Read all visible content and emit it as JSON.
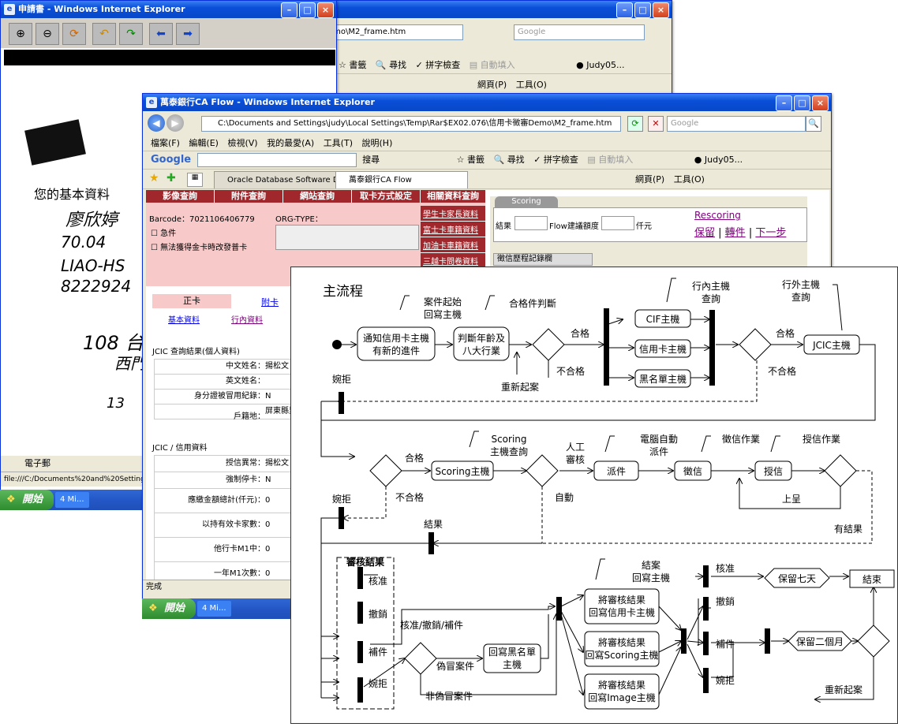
{
  "back_window": {
    "title": "申請書 - Windows Internet Explorer",
    "doc_caption_1": "您的基本資料",
    "doc_hand_1": "廖欣婷",
    "doc_hand_2": "70.04",
    "doc_hand_3": "LIAO-HS",
    "doc_hand_4": "8222924",
    "doc_hand_5": "108 台",
    "doc_hand_6": "西門",
    "doc_hand_7": "13",
    "doc_field": "電子郵",
    "status_text": "file:///C:/Documents%20and%20Settings/judy/"
  },
  "bg_ie": {
    "address_tail": "emo\\M2_frame.htm",
    "search_placeholder": "Google",
    "toolbar": [
      "書籤",
      "尋找",
      "拼字檢查",
      "自動填入"
    ],
    "user": "Judy05...",
    "cmd": [
      "網頁(P)",
      "工具(O)"
    ]
  },
  "main_window": {
    "title": "萬泰銀行CA Flow - Windows Internet Explorer",
    "address": "C:\\Documents and Settings\\judy\\Local Settings\\Temp\\Rar$EX02.076\\信用卡徵審Demo\\M2_frame.htm",
    "search_placeholder": "Google",
    "menu": [
      "檔案(F)",
      "編輯(E)",
      "檢視(V)",
      "我的最愛(A)",
      "工具(T)",
      "說明(H)"
    ],
    "google_label": "Google",
    "google_toolbar": [
      "搜尋",
      "書籤",
      "尋找",
      "拼字檢查",
      "自動填入"
    ],
    "user": "Judy05...",
    "tabs": [
      "Oracle Database Software Do...",
      "萬泰銀行CA Flow"
    ],
    "cmd": [
      "網頁(P)",
      "工具(O)"
    ],
    "status": "完成",
    "app": {
      "nav": [
        "影像查詢",
        "附件查詢",
        "網站查詢",
        "取卡方式設定",
        "相關資料查詢"
      ],
      "barcode": "Barcode：7021106406779",
      "org_type": "ORG-TYPE：",
      "chk_urgent": "急件",
      "chk_gold": "無法獲得金卡時改發普卡",
      "side_links": [
        "學生卡家長資料",
        "富士卡車籍資料",
        "加油卡車籍資料",
        "三越卡問卷資料"
      ],
      "scoring_tab": "Scoring",
      "result_label": "結果",
      "flow_amount_label": "Flow建議額度",
      "amount_unit": "仟元",
      "rescoring": "Rescoring",
      "actions": [
        "保留",
        "轉件",
        "下一步"
      ],
      "credit_tab": "徵信歷程記錄欄",
      "card_tabs": [
        "正卡",
        "附卡"
      ],
      "sub_tabs": [
        "基本資料",
        "行內資料"
      ],
      "jcic_personal_title": "JCIC 查詢結果(個人資料)",
      "personal_rows": [
        {
          "label": "中文姓名：",
          "value": "揚松文"
        },
        {
          "label": "英文姓名：",
          "value": ""
        },
        {
          "label": "身分證被冒用紀錄：",
          "value": "N"
        },
        {
          "label": "戶籍地：",
          "value": "屏東縣里港"
        }
      ],
      "jcic_credit_title": "JCIC / 信用資料",
      "credit_rows": [
        {
          "label": "授信異常：",
          "value": "揚松文"
        },
        {
          "label": "強制停卡：",
          "value": "N"
        },
        {
          "label": "應繳金額總計(仟元)：",
          "value": "0"
        },
        {
          "label": "以持有效卡家數：",
          "value": "0"
        },
        {
          "label": "他行卡M1中：",
          "value": "0"
        },
        {
          "label": "一年M1次數：",
          "value": "0"
        }
      ]
    }
  },
  "taskbar": {
    "start": "開始",
    "task": "4 Mi..."
  },
  "diagram": {
    "title": "主流程",
    "nodes": {
      "notify": [
        "通知信用卡主機",
        "有新的進件"
      ],
      "judge": [
        "判斷年齡及",
        "八大行業"
      ],
      "cif": "CIF主機",
      "card_host": "信用卡主機",
      "blacklist": "黑名單主機",
      "jcic": "JCIC主機",
      "scoring": "Scoring主機",
      "dispatch": "派件",
      "credit_check": "徵信",
      "grant": "授信",
      "write_black": [
        "回寫黑名單",
        "主機"
      ],
      "write_card": [
        "將審核結果",
        "回寫信用卡主機"
      ],
      "write_scoring": [
        "將審核結果",
        "回寫Scoring主機"
      ],
      "write_image": [
        "將審核結果",
        "回寫Image主機"
      ],
      "keep7": "保留七天",
      "keep2m": "保留二個月",
      "end": "結束"
    },
    "notes": {
      "case_start": [
        "案件起始",
        "回寫主機"
      ],
      "qualified_judge": "合格件判斷",
      "inner_host": [
        "行內主機",
        "查詢"
      ],
      "outer_host": [
        "行外主機",
        "查詢"
      ],
      "scoring_query": [
        "Scoring",
        "主機查詢"
      ],
      "manual": [
        "人工",
        "審核"
      ],
      "auto_dispatch": [
        "電腦自動",
        "派件"
      ],
      "credit_work": "徵信作業",
      "grant_work": "授信作業",
      "close_case": [
        "結案",
        "回寫主機"
      ]
    },
    "labels": {
      "pass": "合格",
      "fail": "不合格",
      "reject": "婉拒",
      "reopen": "重新起案",
      "auto": "自動",
      "submit": "上呈",
      "has_result": "有結果",
      "close": "結果",
      "review_result": "審核結果",
      "approve": "核准",
      "cancel": "撤銷",
      "supplement": "補件",
      "decline": "婉拒",
      "branch_multi": "核准/撤銷/補件",
      "fraud": "偽冒案件",
      "non_fraud": "非偽冒案件"
    }
  }
}
